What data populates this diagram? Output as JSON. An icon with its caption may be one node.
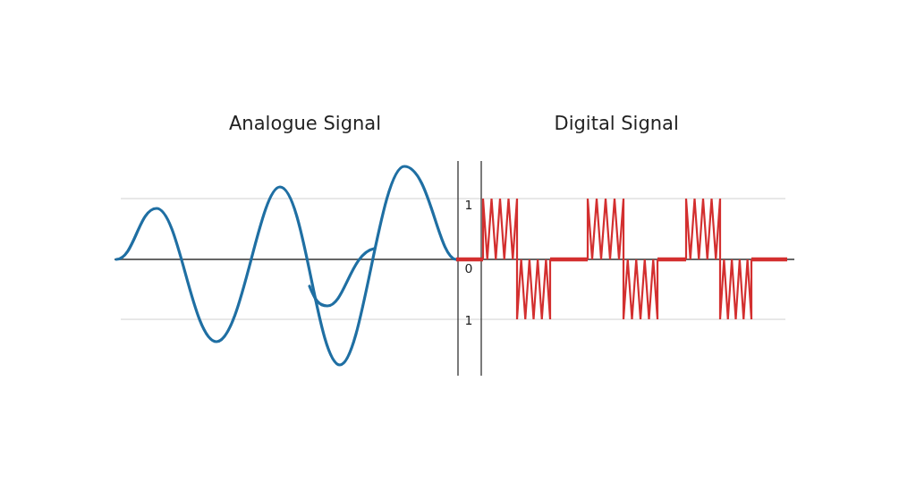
{
  "diagram": {
    "labels": [
      "Analogue Signal",
      "Digital Signal",
      "1",
      "0",
      "1"
    ]
  }
}
